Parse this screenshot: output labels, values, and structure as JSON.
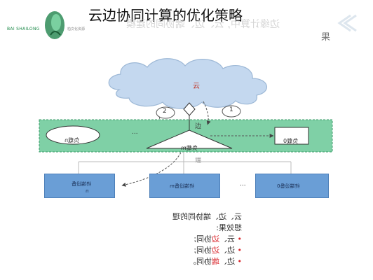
{
  "title": "云边协同计算的优化策略",
  "logo": {
    "en": "BAI SHAILONG",
    "cn": "柏文化资源"
  },
  "mirror": {
    "title": "边缘计算中, 云、边、端协同的建模",
    "result": "果"
  },
  "diagram": {
    "cloud_label": "云",
    "edge_label": "边",
    "end_label": "端",
    "badge_left": "2",
    "badge_right": "1",
    "node_left": "负载n",
    "node_middle": "负载m",
    "node_right": "负载0",
    "ellipsis": "...",
    "device_left_line1": "终端设备",
    "device_left_line2": "n",
    "device_middle": "终端设备m",
    "device_right": "终端设备0",
    "device_ellipsis": "..."
  },
  "notes": {
    "line1": "云、边、端协同的理",
    "line2": "想效果:",
    "items": [
      {
        "pre": "云、",
        "hl": "边",
        "post": "协同;"
      },
      {
        "pre": "边、",
        "hl": "边",
        "post": "协同;"
      },
      {
        "pre": "边、",
        "hl": "端",
        "post": "协同。"
      }
    ]
  },
  "colors": {
    "cloud": "#c4d8ef",
    "edge_band": "#7fd0a6",
    "device": "#6a9ed6",
    "accent_red": "#d9252b"
  }
}
